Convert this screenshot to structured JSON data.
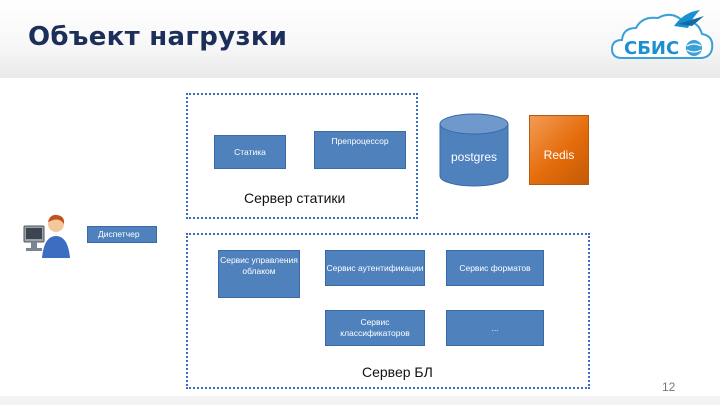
{
  "title": "Объект нагрузки",
  "logo_text": "СБИС",
  "static_server": {
    "label": "Сервер статики",
    "statics_box": "Статика",
    "preprocessor_box": "Препроцессор"
  },
  "postgres_label": "postgres",
  "redis_label": "Redis",
  "dispatcher_label": "Диспетчер",
  "bl_server": {
    "label": "Сервер БЛ",
    "cloud_service": "Сервис управления облаком",
    "auth_service": "Сервис аутентификации",
    "formats_service": "Сервис форматов",
    "classifiers_service": "Сервис классификаторов",
    "ellipsis_box": "..."
  },
  "page_number": "12",
  "colors": {
    "box_blue": "#4f81bd",
    "region_dots": "#3c6cc4",
    "redis_orange": "#e46c0a",
    "title": "#1c2e5a"
  }
}
